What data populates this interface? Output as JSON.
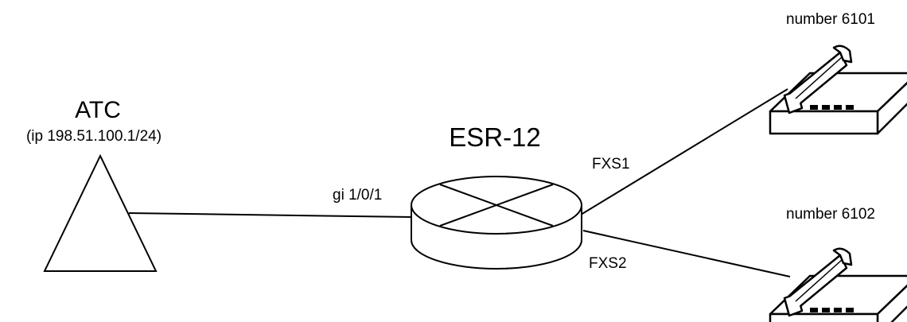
{
  "diagram": {
    "atc": {
      "title": "ATC",
      "ip": "(ip 198.51.100.1/24)"
    },
    "router": {
      "title": "ESR-12",
      "port": "gi 1/0/1"
    },
    "links": {
      "fxs1": "FXS1",
      "fxs2": "FXS2"
    },
    "phones": [
      {
        "label": "number 6101"
      },
      {
        "label": "number 6102"
      }
    ]
  }
}
